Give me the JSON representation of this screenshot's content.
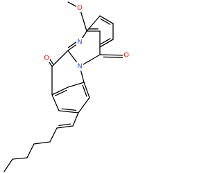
{
  "molecule": {
    "atom_labels": [
      {
        "id": "o-methoxy",
        "text": "O",
        "color": "#ff0d0d"
      },
      {
        "id": "n-ring",
        "text": "N",
        "color": "#3050f8"
      },
      {
        "id": "n-fused",
        "text": "N",
        "color": "#3050f8"
      },
      {
        "id": "o-ketone-left",
        "text": "O",
        "color": "#ff0d0d"
      },
      {
        "id": "o-ketone-right",
        "text": "O",
        "color": "#ff0d0d"
      }
    ],
    "bond_color": "#000000"
  }
}
